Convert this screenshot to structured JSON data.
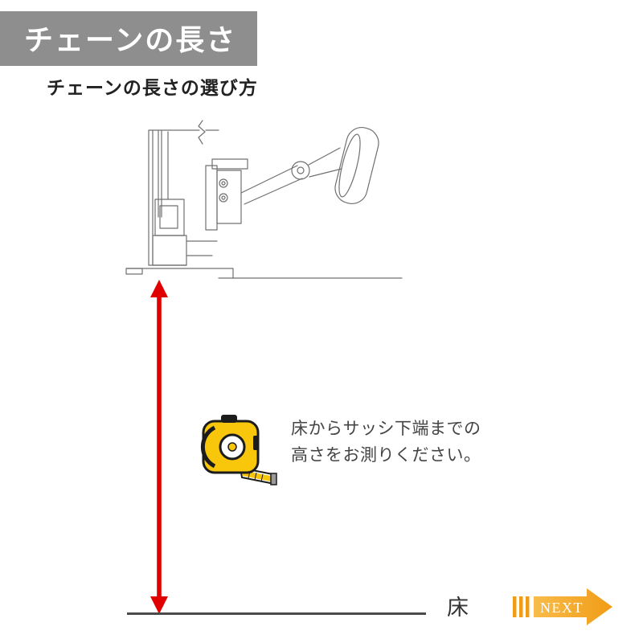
{
  "header": {
    "badge": "チェーンの長さ",
    "subtitle": "チェーンの長さの選び方"
  },
  "instruction": {
    "line1": "床からサッシ下端までの",
    "line2": "高さをお測りください。"
  },
  "floor": {
    "label": "床"
  },
  "next": {
    "label": "NEXT"
  },
  "colors": {
    "badge_bg": "#8e8e8e",
    "badge_text": "#ffffff",
    "measure_arrow_red": "#e10000",
    "next_orange_light": "#f9bc4a",
    "next_orange_dark": "#f09c16",
    "tape_yellow": "#f8c60a",
    "floor_line": "#4a4a4a",
    "drawing_line": "#707070",
    "body_text": "#444444"
  }
}
